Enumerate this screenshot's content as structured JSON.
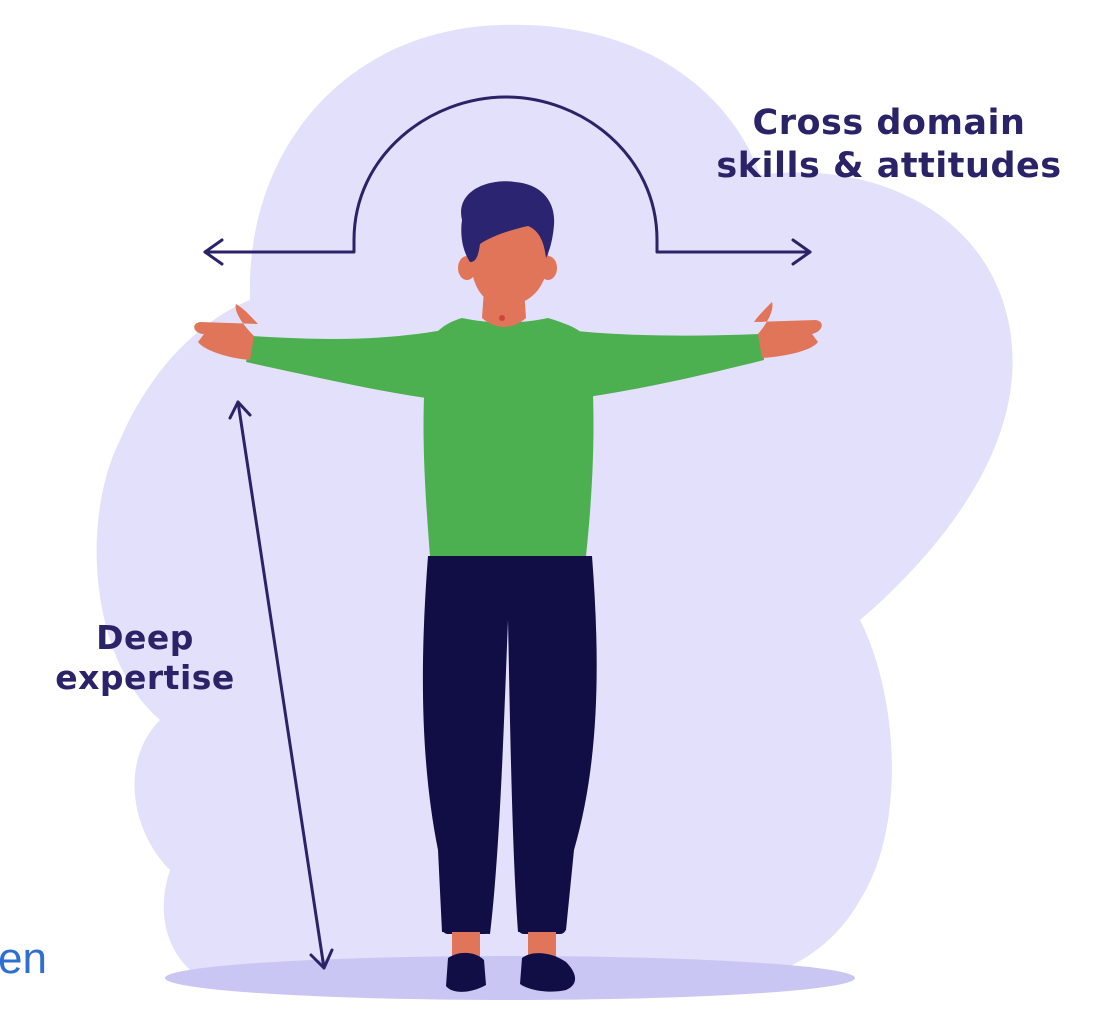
{
  "labels": {
    "cross_domain": [
      "Cross domain",
      "skills & attitudes"
    ],
    "deep_expertise": [
      "Deep",
      "expertise"
    ],
    "edge_text": "en"
  },
  "colors": {
    "blob": "#e2e0fa",
    "floor_shadow": "#c9c6f3",
    "label_text": "#2a2368",
    "accent_dot": "#e2342c",
    "arrows": "#2a2368",
    "hair": "#2b2470",
    "skin": "#e0755a",
    "sweater": "#4caf50",
    "trousers": "#110e45",
    "edge_text": "#2e6fd1"
  },
  "icons": [
    "t-shaped-person-illustration",
    "horizontal-double-arrow-with-arc",
    "vertical-double-arrow"
  ]
}
